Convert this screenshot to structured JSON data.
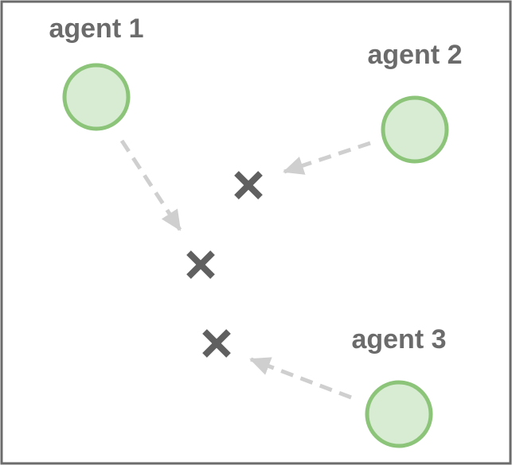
{
  "agents": [
    {
      "label": "agent 1"
    },
    {
      "label": "agent 2"
    },
    {
      "label": "agent 3"
    }
  ],
  "targets": [
    {
      "icon": "x-mark-icon"
    },
    {
      "icon": "x-mark-icon"
    },
    {
      "icon": "x-mark-icon"
    }
  ],
  "colors": {
    "border": "#6b6b6b",
    "agent_fill": "#d7ecd2",
    "agent_stroke": "#8cc47a",
    "label_text": "#6b6b6b",
    "target_mark": "#606060",
    "arrow": "#cfcfcf"
  }
}
